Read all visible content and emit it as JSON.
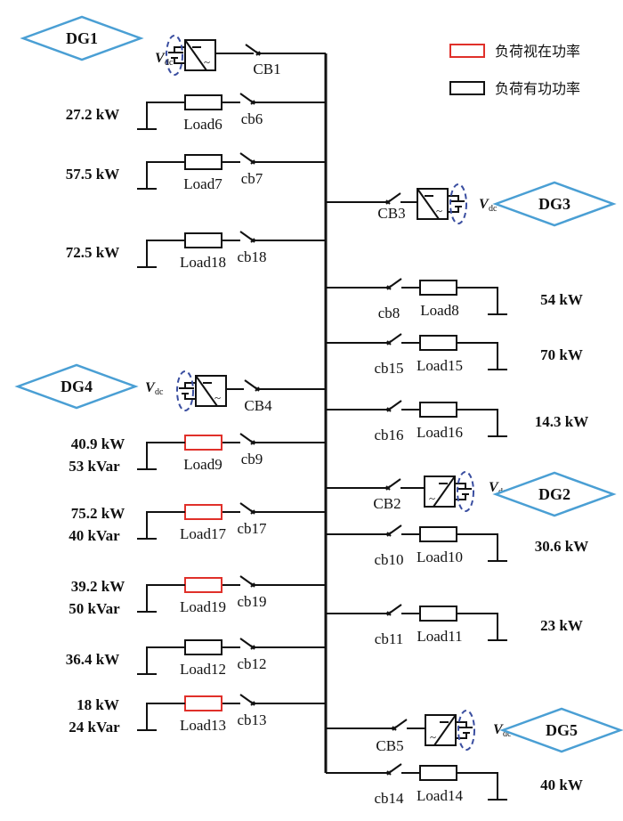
{
  "legend": {
    "apparent_power_label": "负荷视在功率",
    "active_power_label": "负荷有功功率",
    "apparent_color": "#e0302a",
    "active_color": "#111111"
  },
  "colors": {
    "dg_outline": "#4a9fd4",
    "vdc_ellipse": "#3a4ea0",
    "wire": "#111111"
  },
  "vdc": {
    "symbol": "V",
    "subscript": "dc"
  },
  "generators": [
    {
      "id": "DG1",
      "breaker": "CB1"
    },
    {
      "id": "DG3",
      "breaker": "CB3"
    },
    {
      "id": "DG4",
      "breaker": "CB4"
    },
    {
      "id": "DG2",
      "breaker": "CB2"
    },
    {
      "id": "DG5",
      "breaker": "CB5"
    }
  ],
  "left_loads": [
    {
      "load": "Load6",
      "breaker": "cb6",
      "p": "27.2 kW",
      "q": "",
      "type": "active"
    },
    {
      "load": "Load7",
      "breaker": "cb7",
      "p": "57.5 kW",
      "q": "",
      "type": "active"
    },
    {
      "load": "Load18",
      "breaker": "cb18",
      "p": "72.5 kW",
      "q": "",
      "type": "active"
    },
    {
      "load": "Load9",
      "breaker": "cb9",
      "p": "40.9 kW",
      "q": "53 kVar",
      "type": "apparent"
    },
    {
      "load": "Load17",
      "breaker": "cb17",
      "p": "75.2 kW",
      "q": "40 kVar",
      "type": "apparent"
    },
    {
      "load": "Load19",
      "breaker": "cb19",
      "p": "39.2 kW",
      "q": "50 kVar",
      "type": "apparent"
    },
    {
      "load": "Load12",
      "breaker": "cb12",
      "p": "36.4 kW",
      "q": "",
      "type": "active"
    },
    {
      "load": "Load13",
      "breaker": "cb13",
      "p": "18 kW",
      "q": "24 kVar",
      "type": "apparent"
    }
  ],
  "right_loads": [
    {
      "load": "Load8",
      "breaker": "cb8",
      "p": "54 kW",
      "type": "active"
    },
    {
      "load": "Load15",
      "breaker": "cb15",
      "p": "70 kW",
      "type": "active"
    },
    {
      "load": "Load16",
      "breaker": "cb16",
      "p": "14.3 kW",
      "type": "active"
    },
    {
      "load": "Load10",
      "breaker": "cb10",
      "p": "30.6 kW",
      "type": "active"
    },
    {
      "load": "Load11",
      "breaker": "cb11",
      "p": "23 kW",
      "type": "active"
    },
    {
      "load": "Load14",
      "breaker": "cb14",
      "p": "40 kW",
      "type": "active"
    }
  ]
}
